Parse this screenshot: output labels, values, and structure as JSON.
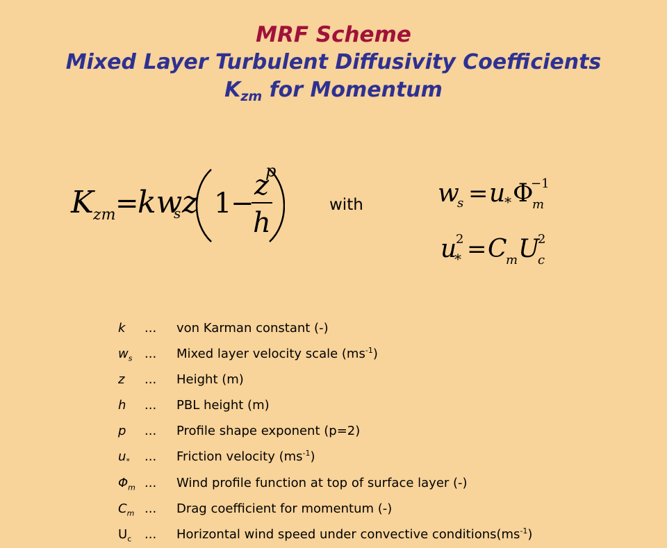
{
  "title": {
    "main": "MRF Scheme",
    "sub": "Mixed Layer Turbulent Diffusivity Coefficients",
    "line3_k": "K",
    "line3_sub": "zm",
    "line3_rest": " for Momentum"
  },
  "with_text": "with",
  "legend": [
    {
      "symbol": "k",
      "symbol_sub": "",
      "dots": "...",
      "desc": "von Karman constant (-)",
      "desc_sup": "",
      "desc_tail": ""
    },
    {
      "symbol": "w",
      "symbol_sub": "s",
      "dots": "...",
      "desc": "Mixed layer velocity scale (ms",
      "desc_sup": "-1",
      "desc_tail": ")"
    },
    {
      "symbol": "z",
      "symbol_sub": "",
      "dots": "...",
      "desc": "Height (m)",
      "desc_sup": "",
      "desc_tail": ""
    },
    {
      "symbol": "h",
      "symbol_sub": "",
      "dots": "...",
      "desc": "PBL height (m)",
      "desc_sup": "",
      "desc_tail": ""
    },
    {
      "symbol": "p",
      "symbol_sub": "",
      "dots": "...",
      "desc": "Profile shape exponent (p=2)",
      "desc_sup": "",
      "desc_tail": ""
    },
    {
      "symbol": "u",
      "symbol_sub": "*",
      "dots": "...",
      "desc": "Friction velocity (ms",
      "desc_sup": "-1",
      "desc_tail": ")"
    },
    {
      "symbol": "Φ",
      "symbol_sub": "m",
      "dots": "...",
      "desc": "Wind profile function at top of surface layer (-)",
      "desc_sup": "",
      "desc_tail": ""
    },
    {
      "symbol": "C",
      "symbol_sub": "m",
      "dots": "...",
      "desc": "Drag coefficient for momentum (-)",
      "desc_sup": "",
      "desc_tail": ""
    },
    {
      "symbol": "U",
      "symbol_sub": "c",
      "dots": "...",
      "desc": "Horizontal wind speed under convective conditions(ms",
      "desc_sup": "-1",
      "desc_tail": ")"
    }
  ],
  "colors": {
    "background": "#f8d39a",
    "title_main": "#a0123a",
    "title_sub": "#2e3192"
  }
}
